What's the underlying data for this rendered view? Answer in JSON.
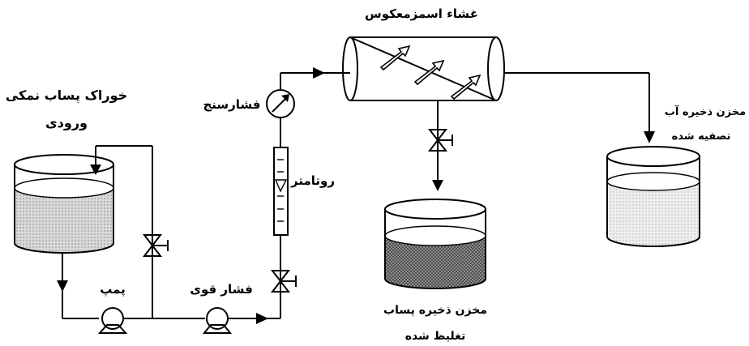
{
  "diagram": {
    "labels": {
      "membrane": "غشاء اسمزمعکوس",
      "feed_tank_line1": "خوراک پساب نمکی",
      "feed_tank_line2": "ورودی",
      "pressure_gauge": "فشارسنج",
      "rotameter": "روتامتر",
      "pump": "پمپ",
      "high_pressure": "فشار قوی",
      "concentrate_tank_line1": "مخزن ذخیره پساب",
      "concentrate_tank_line2": "تغلیظ شده",
      "permeate_tank_line1": "مخزن ذخیره آب",
      "permeate_tank_line2": "تصفیه شده"
    },
    "colors": {
      "line": "#000000",
      "feed_liquid": "#d9d9d9",
      "concentrate_liquid": "#8c8c8c",
      "permeate_liquid": "#eeeeee",
      "high_pressure_pump": "#8a8a8a"
    }
  }
}
